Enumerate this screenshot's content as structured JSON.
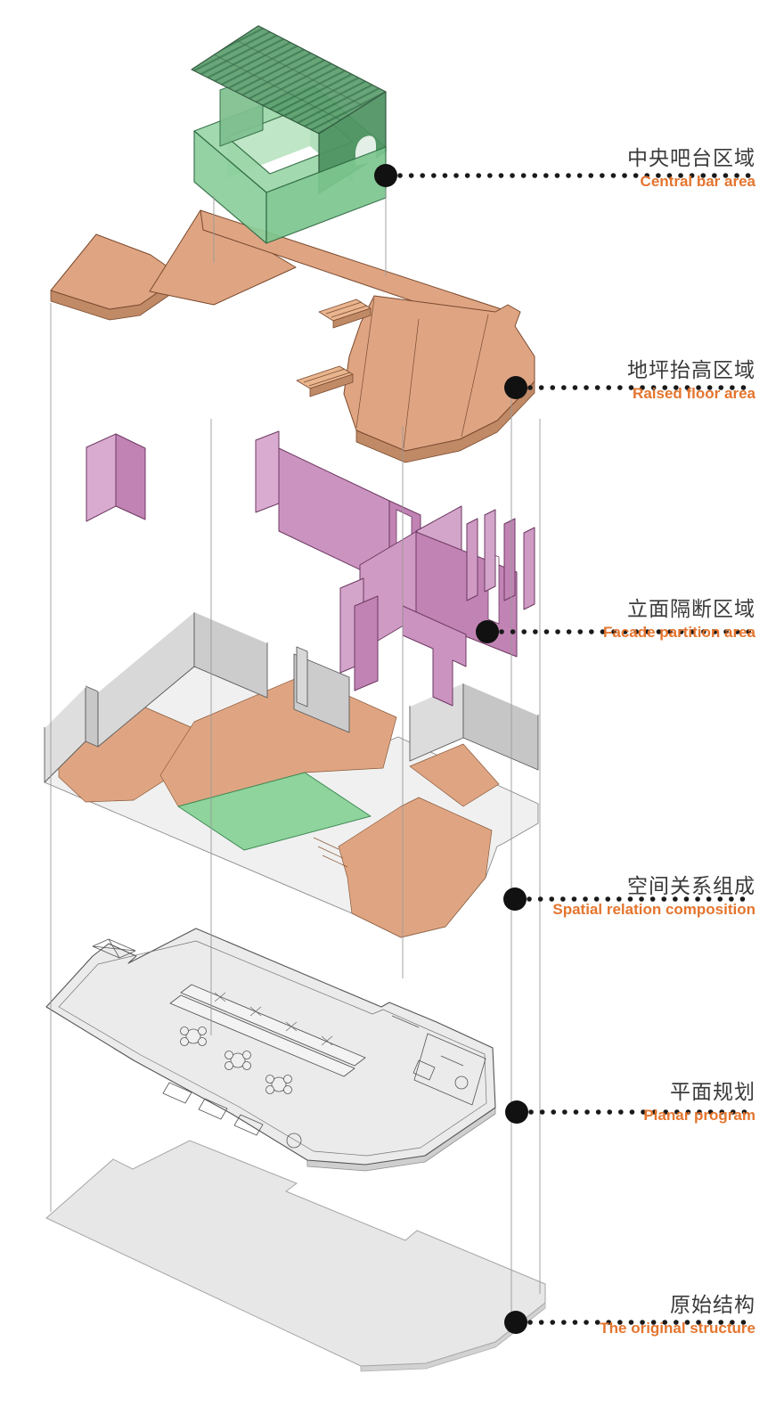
{
  "diagram_title": "Exploded axonometric diagram of restaurant / bar interior design layers",
  "callouts": [
    {
      "id": "central-bar-area",
      "zh": "中央吧台区域",
      "en": "Central bar area"
    },
    {
      "id": "raised-floor-area",
      "zh": "地坪抬高区域",
      "en": "Raised floor area"
    },
    {
      "id": "facade-partition-area",
      "zh": "立面隔断区域",
      "en": "Facade partition area"
    },
    {
      "id": "spatial-relation-composition",
      "zh": "空间关系组成",
      "en": "Spatial relation composition"
    },
    {
      "id": "planar-program",
      "zh": "平面规划",
      "en": "Planar program"
    },
    {
      "id": "original-structure",
      "zh": "原始结构",
      "en": "The original structure"
    }
  ],
  "layers": [
    {
      "name": "central-bar-structure",
      "color": "#8ed49c"
    },
    {
      "name": "raised-floor-plate",
      "color": "#dfa583"
    },
    {
      "name": "facade-partitions",
      "color": "#cb93c0"
    },
    {
      "name": "spatial-composition",
      "color": "#d6d6d6"
    },
    {
      "name": "planar-program-plan",
      "color": "#ebebeb"
    },
    {
      "name": "original-structure-slab",
      "color": "#e7e7e7"
    }
  ],
  "colors": {
    "background": "#ffffff",
    "chinese_text": "#3a3a3a",
    "english_text": "#e4752e",
    "leader_dot": "#111111",
    "green": "#8ed49c",
    "orange": "#dfa583",
    "pink": "#cb93c0",
    "gray_wall": "#d6d6d6"
  }
}
